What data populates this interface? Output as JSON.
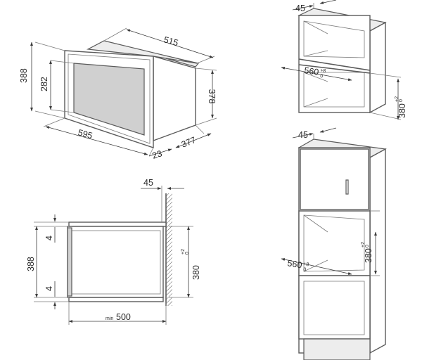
{
  "oven_view": {
    "width": "515",
    "depth_top": "378",
    "height_outer": "388",
    "height_inner": "282",
    "front_width": "595",
    "frame_depth": "23",
    "body_depth": "377"
  },
  "side_section": {
    "wall_offset": "45",
    "top_gap": "4",
    "bottom_gap": "4",
    "height": "388",
    "niche_height": "380",
    "niche_tol_upper": "+2",
    "niche_tol_lower": "0",
    "min_label": "min",
    "min_depth": "500"
  },
  "wall_cabinet": {
    "offset": "45",
    "width": "560",
    "width_tol_upper": "+8",
    "width_tol_lower": "0",
    "niche_height": "380",
    "niche_tol_upper": "+2",
    "niche_tol_lower": "0"
  },
  "tall_cabinet": {
    "offset": "45",
    "width": "560",
    "width_tol_upper": "+8",
    "width_tol_lower": "0",
    "niche_height": "380",
    "niche_tol_upper": "+2",
    "niche_tol_lower": "0"
  }
}
